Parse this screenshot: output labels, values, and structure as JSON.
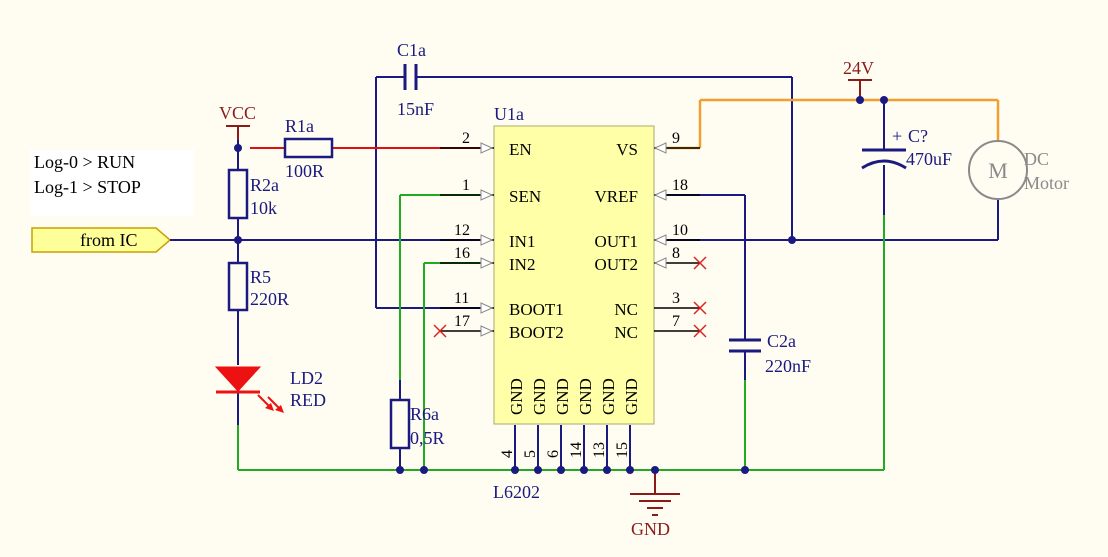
{
  "note": {
    "line1": "Log-0 > RUN",
    "line2": "Log-1 > STOP"
  },
  "port": {
    "label": "from IC"
  },
  "power": {
    "vcc": "VCC",
    "v24": "24V",
    "gnd": "GND"
  },
  "ic": {
    "designator": "U1a",
    "part": "L6202",
    "left_pins": [
      {
        "num": "2",
        "name": "EN"
      },
      {
        "num": "1",
        "name": "SEN"
      },
      {
        "num": "12",
        "name": "IN1"
      },
      {
        "num": "16",
        "name": "IN2"
      },
      {
        "num": "11",
        "name": "BOOT1"
      },
      {
        "num": "17",
        "name": "BOOT2"
      }
    ],
    "right_pins": [
      {
        "num": "9",
        "name": "VS"
      },
      {
        "num": "18",
        "name": "VREF"
      },
      {
        "num": "10",
        "name": "OUT1"
      },
      {
        "num": "8",
        "name": "OUT2"
      },
      {
        "num": "3",
        "name": "NC"
      },
      {
        "num": "7",
        "name": "NC"
      }
    ],
    "bottom_pins": [
      {
        "num": "4",
        "name": "GND"
      },
      {
        "num": "5",
        "name": "GND"
      },
      {
        "num": "6",
        "name": "GND"
      },
      {
        "num": "14",
        "name": "GND"
      },
      {
        "num": "13",
        "name": "GND"
      },
      {
        "num": "15",
        "name": "GND"
      }
    ]
  },
  "components": {
    "c1a": {
      "ref": "C1a",
      "value": "15nF"
    },
    "r1a": {
      "ref": "R1a",
      "value": "100R"
    },
    "r2a": {
      "ref": "R2a",
      "value": "10k"
    },
    "r5": {
      "ref": "R5",
      "value": "220R"
    },
    "ld2": {
      "ref": "LD2",
      "value": "RED"
    },
    "r6a": {
      "ref": "R6a",
      "value": "0,5R"
    },
    "c2a": {
      "ref": "C2a",
      "value": "220nF"
    },
    "cbig": {
      "ref": "C?",
      "value": "470uF",
      "plus": "+"
    },
    "motor": {
      "symbol": "M",
      "line1": "DC",
      "line2": "Motor"
    }
  }
}
